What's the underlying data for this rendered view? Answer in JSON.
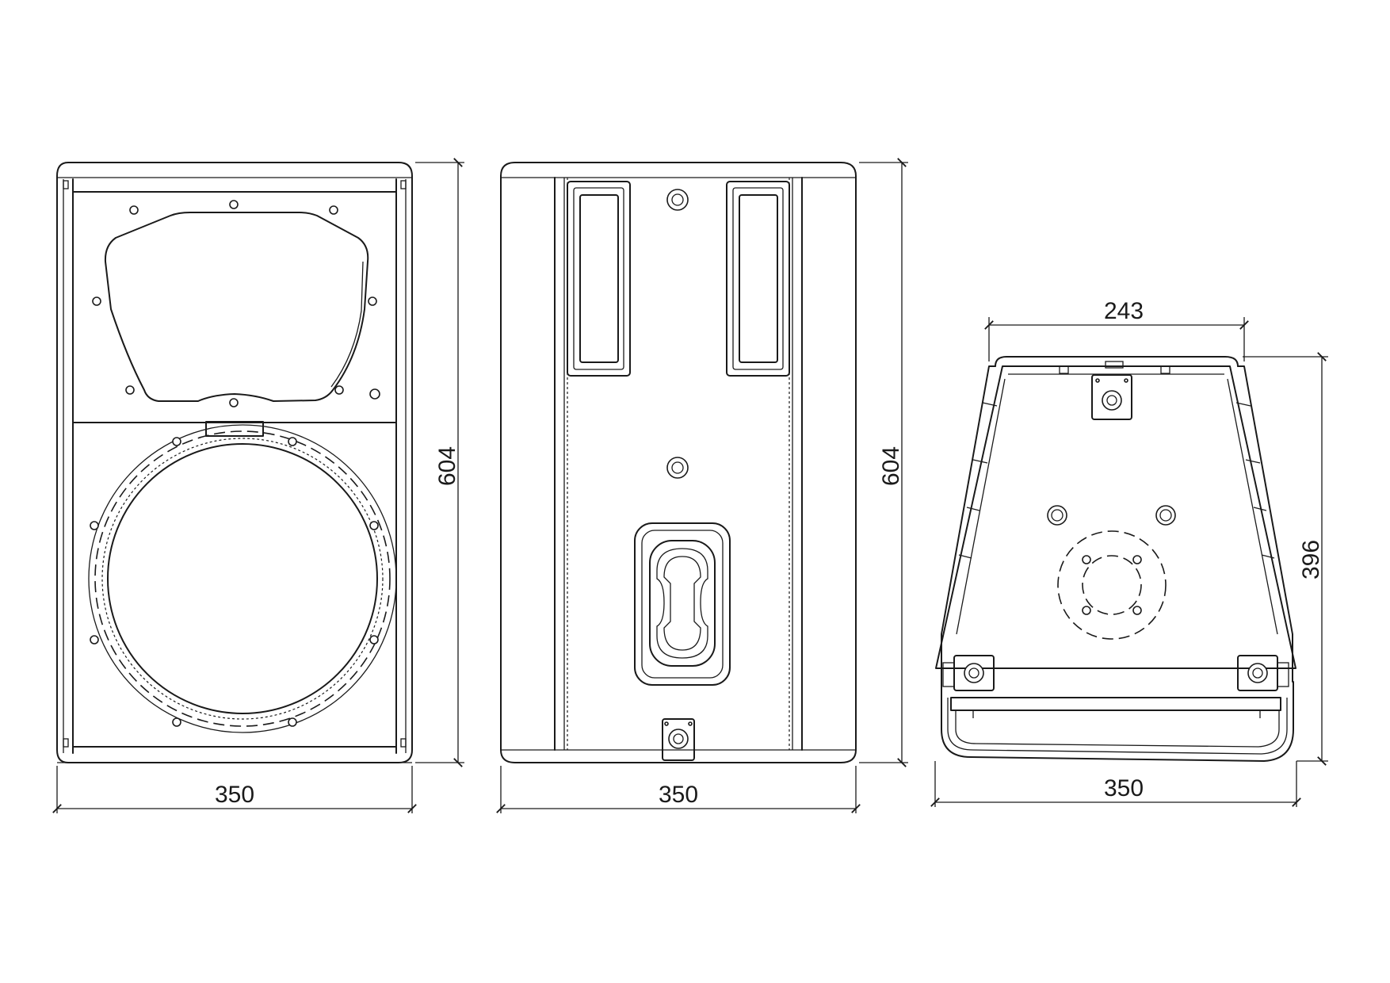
{
  "views": [
    {
      "name": "front-view",
      "dimensions": {
        "width_label": "350",
        "height_label": "604"
      }
    },
    {
      "name": "rear-view",
      "dimensions": {
        "width_label": "350",
        "height_label": "604"
      }
    },
    {
      "name": "top-view",
      "dimensions": {
        "top_width_label": "243",
        "width_label": "350",
        "height_label": "396"
      }
    }
  ],
  "colors": {
    "line": "#1a1a1a",
    "background": "#ffffff"
  }
}
